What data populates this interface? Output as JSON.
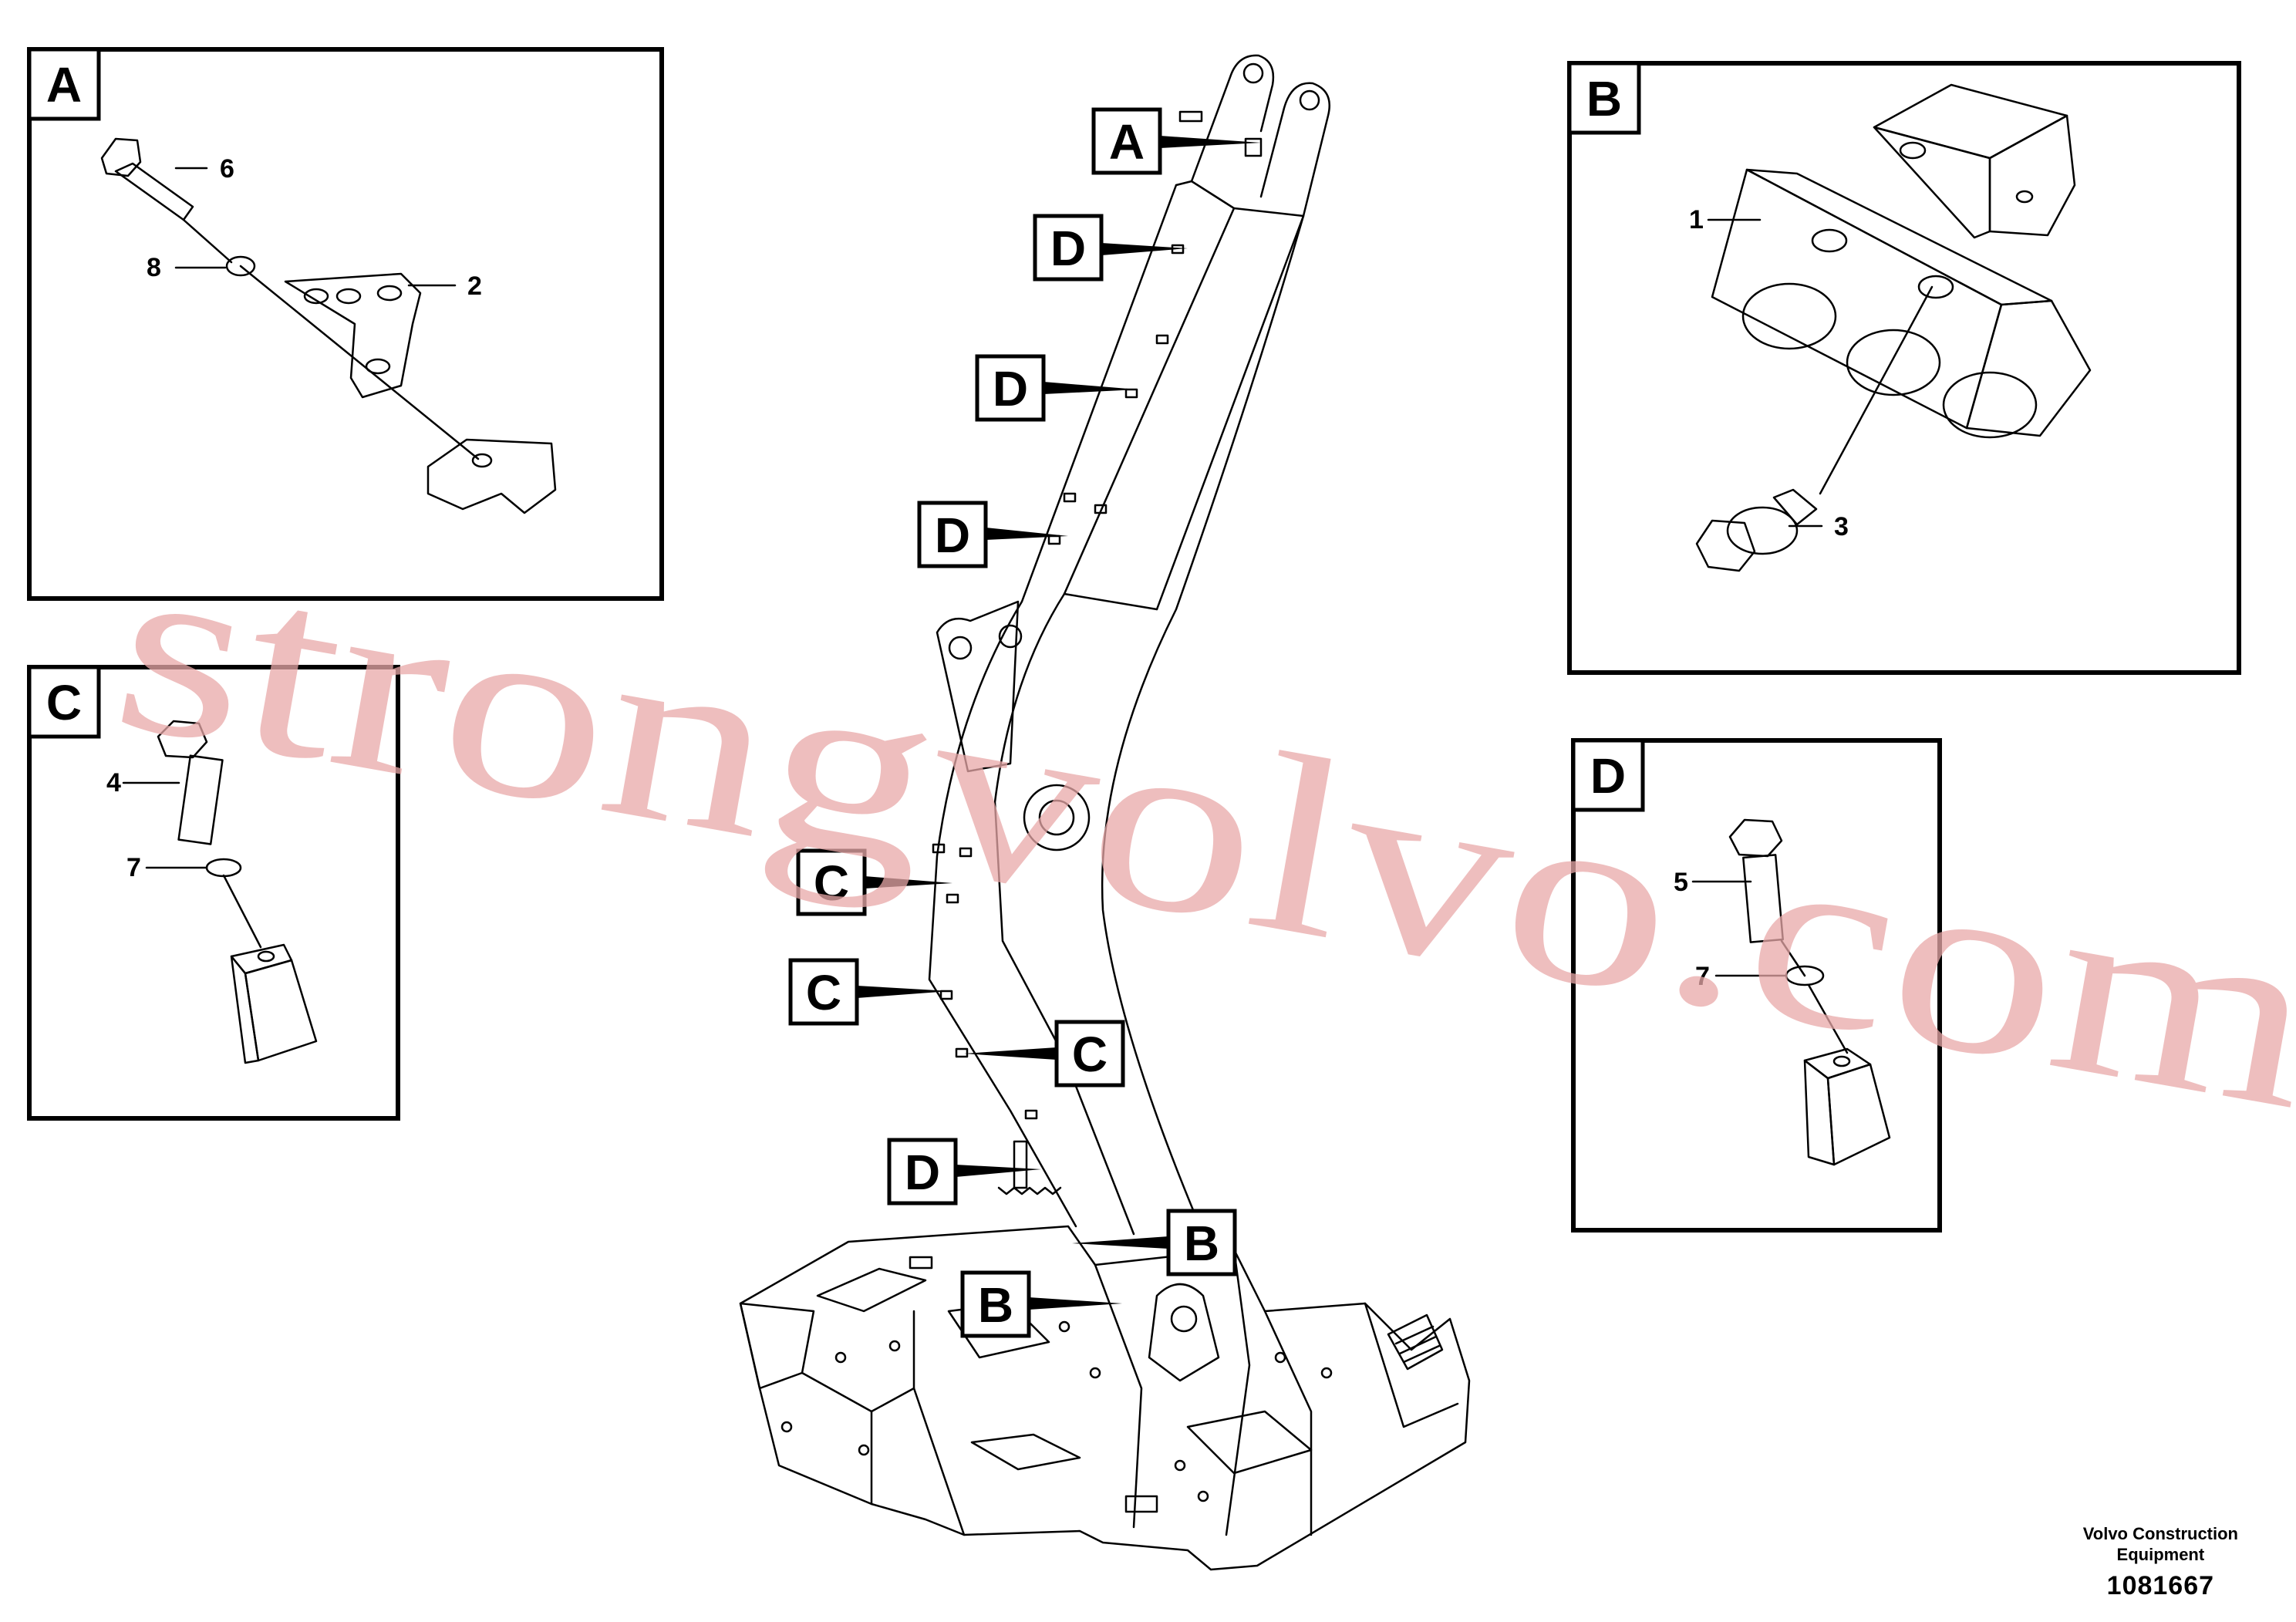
{
  "detail_views": [
    {
      "id": "A",
      "parts": [
        "6",
        "8",
        "2"
      ]
    },
    {
      "id": "B",
      "parts": [
        "1",
        "3"
      ]
    },
    {
      "id": "C",
      "parts": [
        "4",
        "7"
      ]
    },
    {
      "id": "D",
      "parts": [
        "5",
        "7"
      ]
    }
  ],
  "callouts": [
    "A",
    "D",
    "D",
    "D",
    "C",
    "C",
    "C",
    "D",
    "B",
    "B"
  ],
  "watermark": "strongvolvo.com",
  "footer": {
    "company_line1": "Volvo Construction",
    "company_line2": "Equipment",
    "drawing_number": "1081667"
  }
}
